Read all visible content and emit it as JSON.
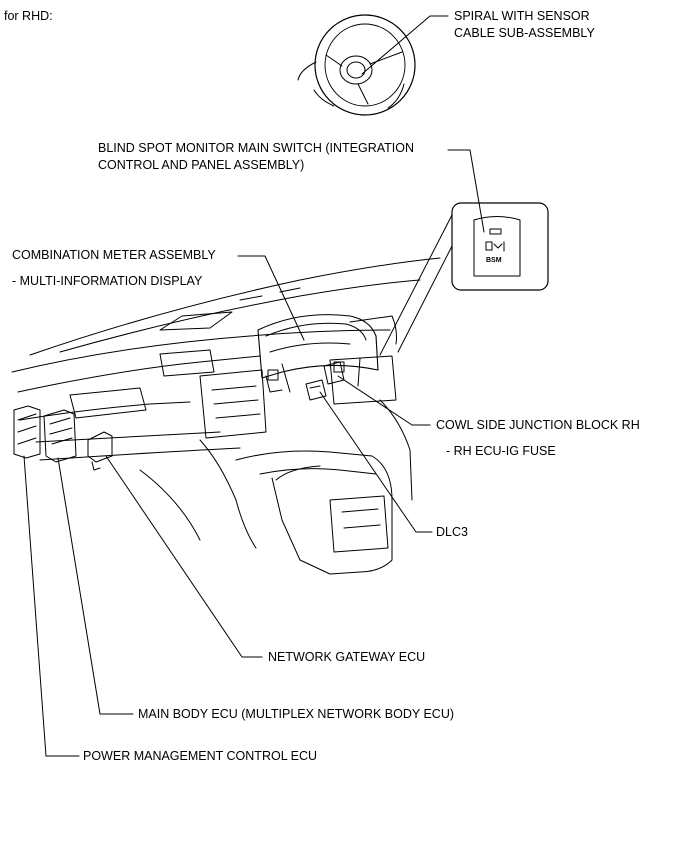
{
  "heading": "for RHD:",
  "labels": {
    "spiral_cable_l1": "SPIRAL WITH SENSOR",
    "spiral_cable_l2": "CABLE SUB-ASSEMBLY",
    "bsm_switch_l1": "BLIND SPOT MONITOR MAIN SWITCH (INTEGRATION",
    "bsm_switch_l2": "CONTROL AND PANEL ASSEMBLY)",
    "combination_meter": "COMBINATION METER ASSEMBLY",
    "multi_info_display": "- MULTI-INFORMATION DISPLAY",
    "cowl_side_jb": "COWL SIDE JUNCTION BLOCK RH",
    "rh_ecu_ig_fuse": "- RH ECU-IG FUSE",
    "dlc3": "DLC3",
    "network_gateway_ecu": "NETWORK GATEWAY ECU",
    "main_body_ecu": "MAIN BODY ECU (MULTIPLEX NETWORK BODY ECU)",
    "power_mgmt_ecu": "POWER MANAGEMENT CONTROL ECU"
  },
  "switch_icon_text": "BSM"
}
